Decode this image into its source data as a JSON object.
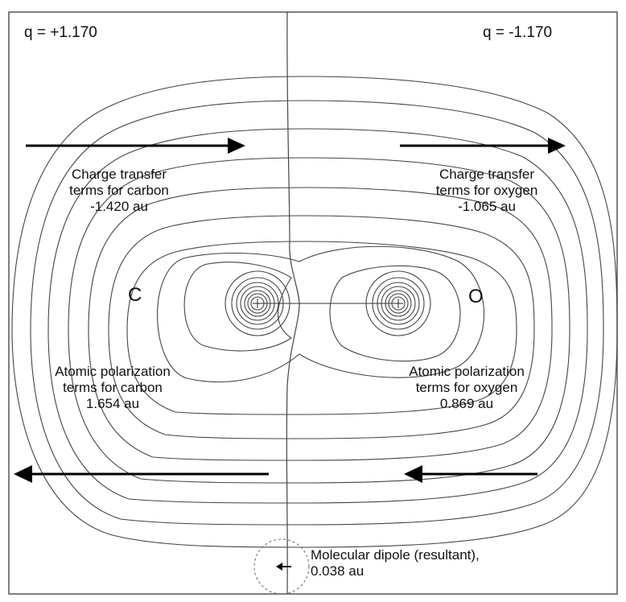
{
  "charges": {
    "left": "q = +1.170",
    "right": "q = -1.170"
  },
  "atoms": {
    "carbon": "C",
    "oxygen": "O"
  },
  "labels": {
    "ct_carbon": [
      "Charge transfer",
      "terms for carbon",
      "-1.420 au"
    ],
    "ct_oxygen": [
      "Charge transfer",
      "terms for oxygen",
      "-1.065 au"
    ],
    "ap_carbon": [
      "Atomic polarization",
      "terms for carbon",
      "1.654 au"
    ],
    "ap_oxygen": [
      "Atomic polarization",
      "terms for oxygen",
      "0.869 au"
    ],
    "dipole": [
      "Molecular dipole (resultant),",
      "0.038 au"
    ]
  },
  "colors": {
    "line": "#444444",
    "arrow": "#000000",
    "frame": "#555555"
  }
}
